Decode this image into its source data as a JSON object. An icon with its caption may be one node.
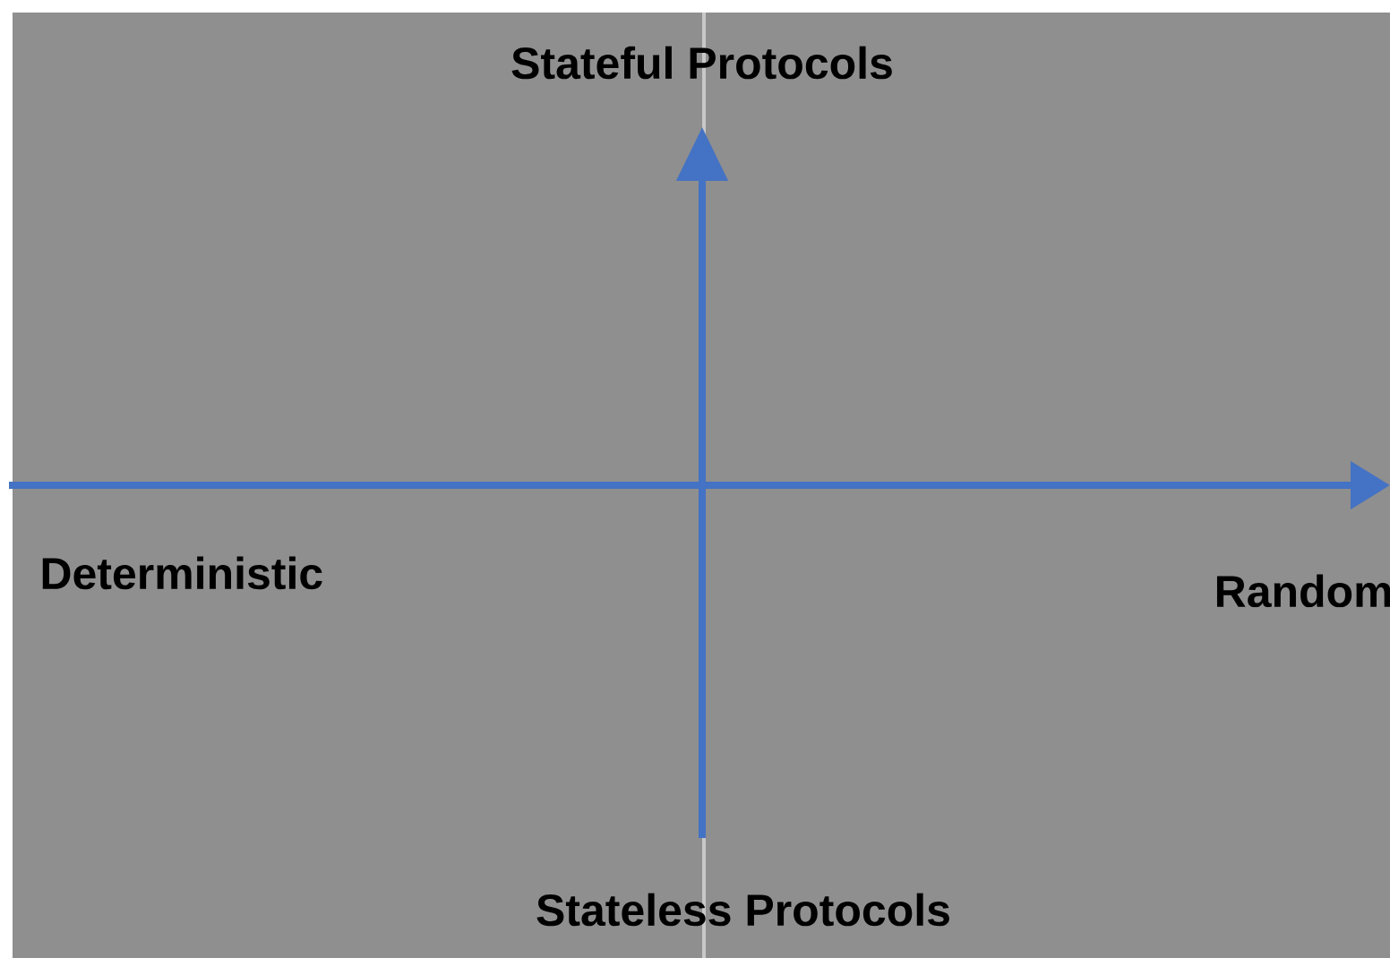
{
  "diagram": {
    "labels": [
      "Stateful Protocols",
      "Deterministic",
      "Random",
      "Stateless Protocols"
    ]
  }
}
